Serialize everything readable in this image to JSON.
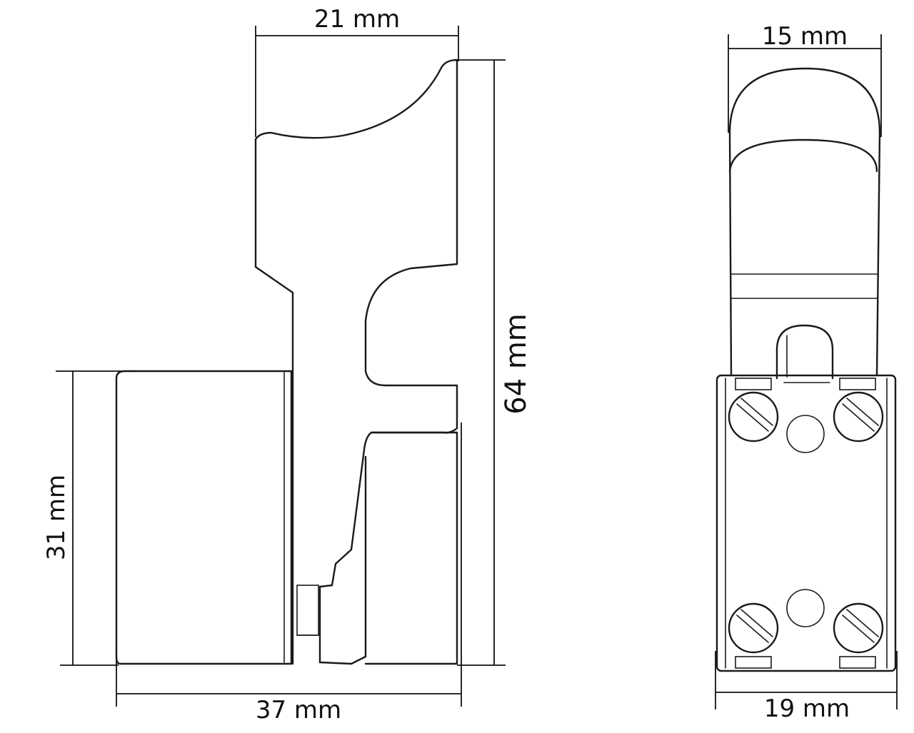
{
  "side_view": {
    "dim_top_width": "21 mm",
    "dim_total_height": "64 mm",
    "dim_body_height": "31 mm",
    "dim_total_width": "37 mm"
  },
  "front_view": {
    "dim_trigger_width": "15 mm",
    "dim_body_width": "19 mm"
  }
}
